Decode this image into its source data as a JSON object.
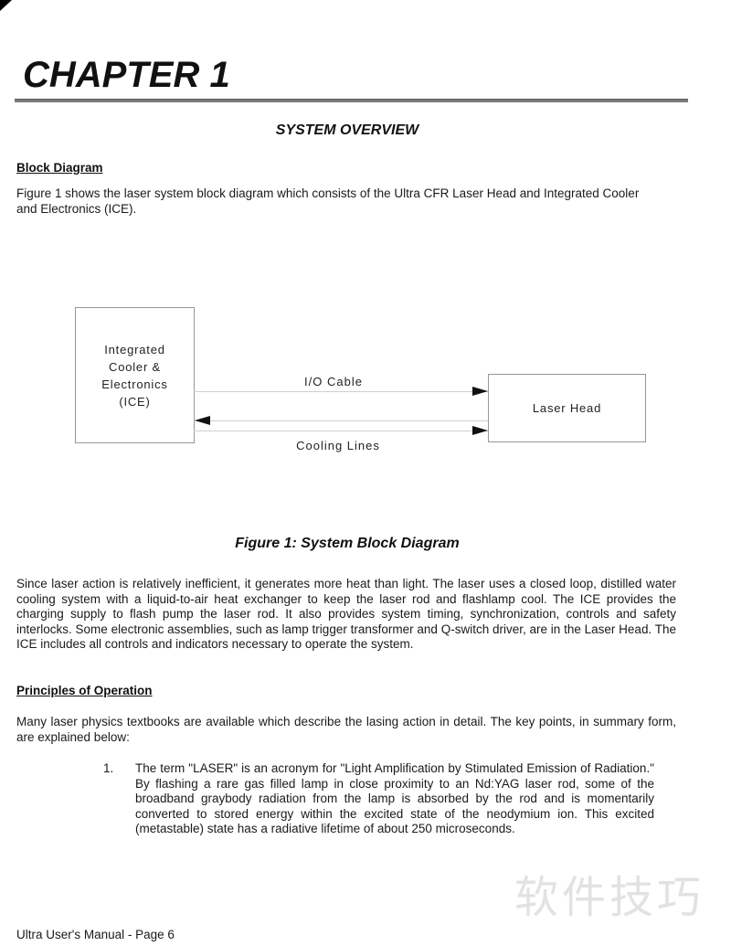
{
  "colors": {
    "text": "#1a1a1a",
    "title_rule_gray": "#7d7d7d",
    "diagram_line_gray": "#cfcfcf",
    "diagram_border_gray": "#979797",
    "arrow_black": "#111111",
    "watermark_gray": "#e2e2e2"
  },
  "header": {
    "chapter": "CHAPTER 1",
    "subtitle": "SYSTEM OVERVIEW"
  },
  "block_diagram": {
    "heading": "Block Diagram",
    "intro": "Figure 1 shows the laser system block diagram which consists of the Ultra CFR Laser Head and Integrated Cooler and Electronics (ICE).",
    "caption": "Figure 1: System Block Diagram",
    "body": "Since laser action is relatively inefficient, it generates more heat than light.  The laser uses a closed loop, distilled water cooling system with a liquid-to-air heat exchanger to keep the laser rod and flashlamp cool.  The ICE provides the charging supply to flash pump the laser rod.  It also provides system timing, synchronization, controls and safety interlocks.  Some electronic assemblies, such as lamp trigger transformer and Q-switch driver, are in the Laser Head.  The ICE includes all controls and indicators necessary to operate the system."
  },
  "diagram": {
    "ice_box": {
      "lines": [
        "Integrated",
        "Cooler &",
        "Electronics",
        "(ICE)"
      ]
    },
    "laser_box_label": "Laser Head",
    "io_cable_label": "I/O Cable",
    "cooling_lines_label": "Cooling Lines"
  },
  "principles": {
    "heading": "Principles of Operation",
    "intro": "Many laser physics textbooks are available which describe the lasing action in detail.  The key points, in summary form, are explained below:",
    "list": [
      {
        "number": "1.",
        "text": "The term \"LASER\" is an acronym for \"Light Amplification by Stimulated Emission of Radiation.\"  By flashing a rare gas filled lamp in close proximity to an Nd:YAG laser rod, some of the broadband graybody radiation from the lamp is absorbed by the rod and is momentarily converted to stored energy within the excited state of the neodymium ion.  This excited (metastable) state has a radiative lifetime of about 250 microseconds."
      }
    ]
  },
  "watermark": "软件技巧",
  "footer": "Ultra User's Manual - Page 6"
}
